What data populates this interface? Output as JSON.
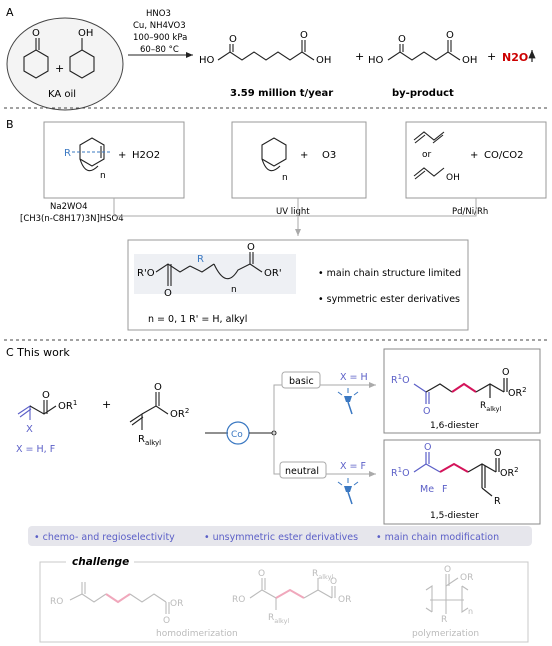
{
  "sectionA": {
    "label": "A",
    "ka_oil": "KA oil",
    "plus": "+",
    "reagents": [
      "HNO3",
      "Cu, NH4VO3",
      "100–900 kPa",
      "60–80 °C"
    ],
    "production": "3.59 million t/year",
    "byproduct": "by-product",
    "n2o": "N2O"
  },
  "sectionB": {
    "label": "B",
    "h2o2": "H2O2",
    "o3": "O3",
    "co": "CO/CO2",
    "or": "or",
    "cat1_line1": "Na2WO4",
    "cat1_line2": "[CH3(n-C8H17)3N]HSO4",
    "cat2": "UV light",
    "cat3": "Pd/Ni/Rh",
    "n_label": "n",
    "bullets": [
      "main chain structure limited",
      "symmetric ester derivatives"
    ],
    "conditions": "n = 0, 1     R' = H, alkyl"
  },
  "sectionC": {
    "label": "C This work",
    "x_def": "X = H, F",
    "basic": "basic",
    "neutral": "neutral",
    "x_h": "X = H",
    "x_f": "X = F",
    "co_label": "Co",
    "diester16": "1,6-diester",
    "diester15": "1,5-diester",
    "features": [
      "• chemo- and regioselectivity",
      "• unsymmetric ester derivatives",
      "• main chain modification"
    ],
    "challenge": "challenge",
    "challenge_items": [
      "homodimerization",
      "polymerization"
    ]
  }
}
